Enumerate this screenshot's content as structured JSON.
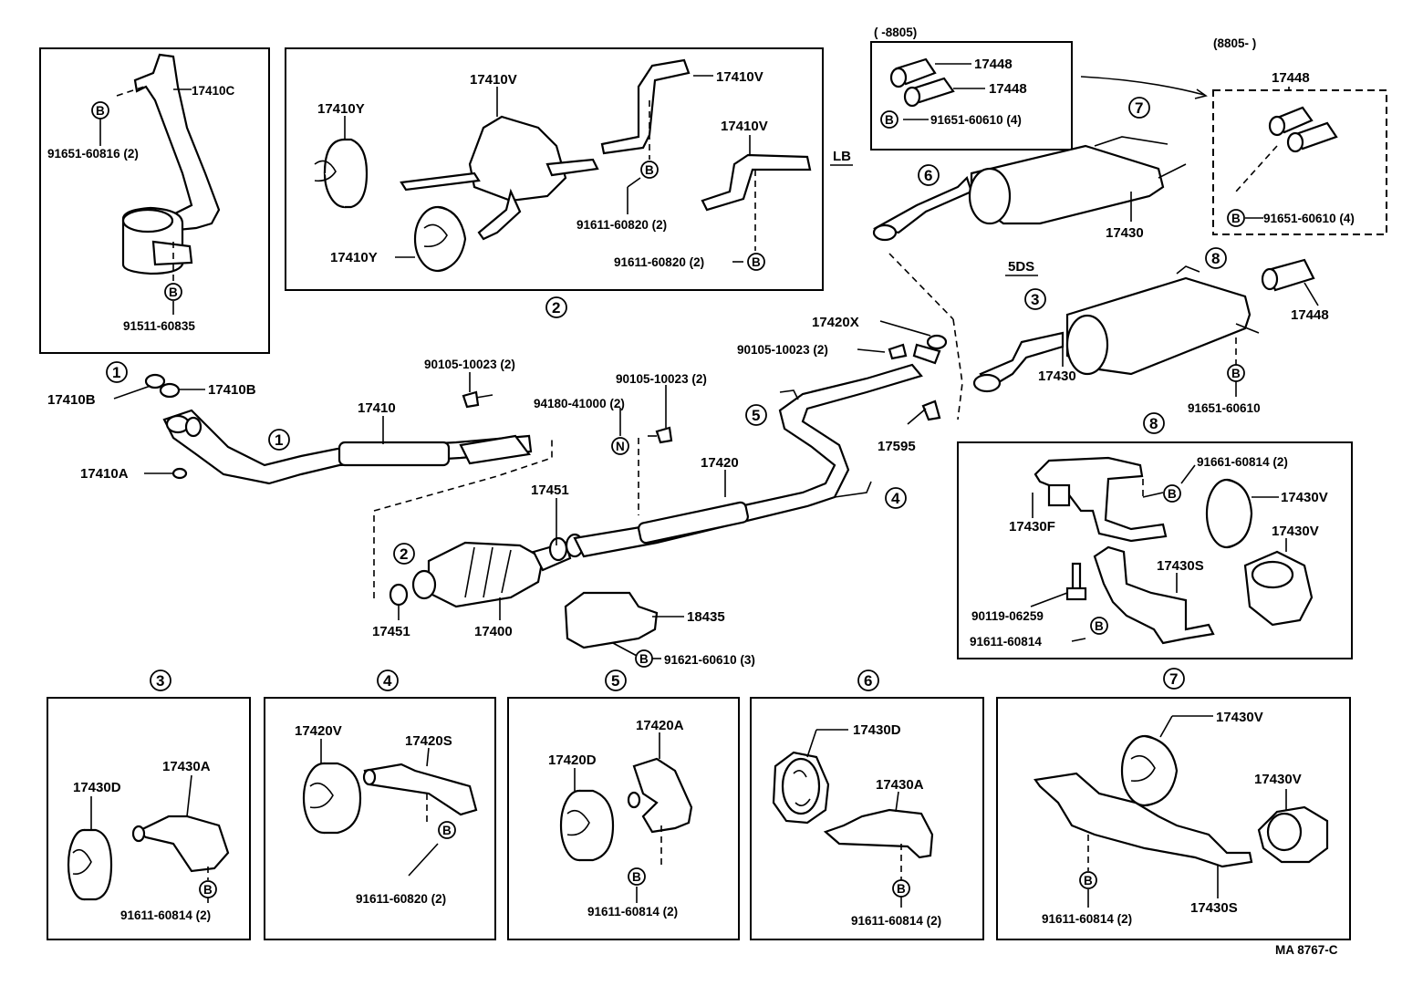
{
  "diagram_id": "MA 8767-C",
  "box_a": {
    "parts": [
      "17410C",
      "91651-60816 (2)",
      "91511-60835"
    ],
    "bolt": "B"
  },
  "box_b": {
    "number": "2",
    "parts": [
      "17410V",
      "17410V",
      "17410V",
      "17410Y",
      "17410Y",
      "91611-60820 (2)",
      "91611-60820 (2)"
    ],
    "bolt": "B"
  },
  "lb_label": "LB",
  "box_c": {
    "header": "(     -8805)",
    "parts": [
      "17448",
      "17448",
      "91651-60610 (4)"
    ],
    "bolt": "B"
  },
  "box_d": {
    "header": "(8805-          )",
    "parts": [
      "17448",
      "91651-60610 (4)"
    ],
    "bolt": "B"
  },
  "main": {
    "circles": [
      "1",
      "1",
      "2",
      "3",
      "4",
      "5",
      "6",
      "7",
      "8"
    ],
    "labels": {
      "p17410B_l": "17410B",
      "p17410B_r": "17410B",
      "p17410A": "17410A",
      "p17410": "17410",
      "b90105a": "90105-10023 (2)",
      "b90105b": "90105-10023 (2)",
      "b94180": "94180-41000 (2)",
      "p17420": "17420",
      "p17451a": "17451",
      "p17451b": "17451",
      "p17400": "17400",
      "p18435": "18435",
      "b91621": "91621-60610 (3)",
      "p17420X": "17420X",
      "b90105c": "90105-10023 (2)",
      "p17595": "17595",
      "p17430a": "17430",
      "p17430b": "17430",
      "p17448": "17448",
      "b91651": "91651-60610",
      "sds": "5DS"
    },
    "n_mark": "N",
    "bolt": "B"
  },
  "box_8": {
    "number": "8",
    "parts": [
      "91661-60814 (2)",
      "17430V",
      "17430V",
      "17430F",
      "17430S",
      "90119-06259",
      "91611-60814"
    ],
    "bolt": "B"
  },
  "box_3": {
    "number": "3",
    "parts": [
      "17430D",
      "17430A",
      "91611-60814 (2)"
    ],
    "bolt": "B"
  },
  "box_4": {
    "number": "4",
    "parts": [
      "17420V",
      "17420S",
      "91611-60820 (2)"
    ],
    "bolt": "B"
  },
  "box_5": {
    "number": "5",
    "parts": [
      "17420A",
      "17420D",
      "91611-60814 (2)"
    ],
    "bolt": "B"
  },
  "box_6": {
    "number": "6",
    "parts": [
      "17430D",
      "17430A",
      "91611-60814 (2)"
    ],
    "bolt": "B"
  },
  "box_7": {
    "number": "7",
    "parts": [
      "17430V",
      "17430V",
      "91611-60814 (2)",
      "17430S"
    ],
    "bolt": "B"
  }
}
